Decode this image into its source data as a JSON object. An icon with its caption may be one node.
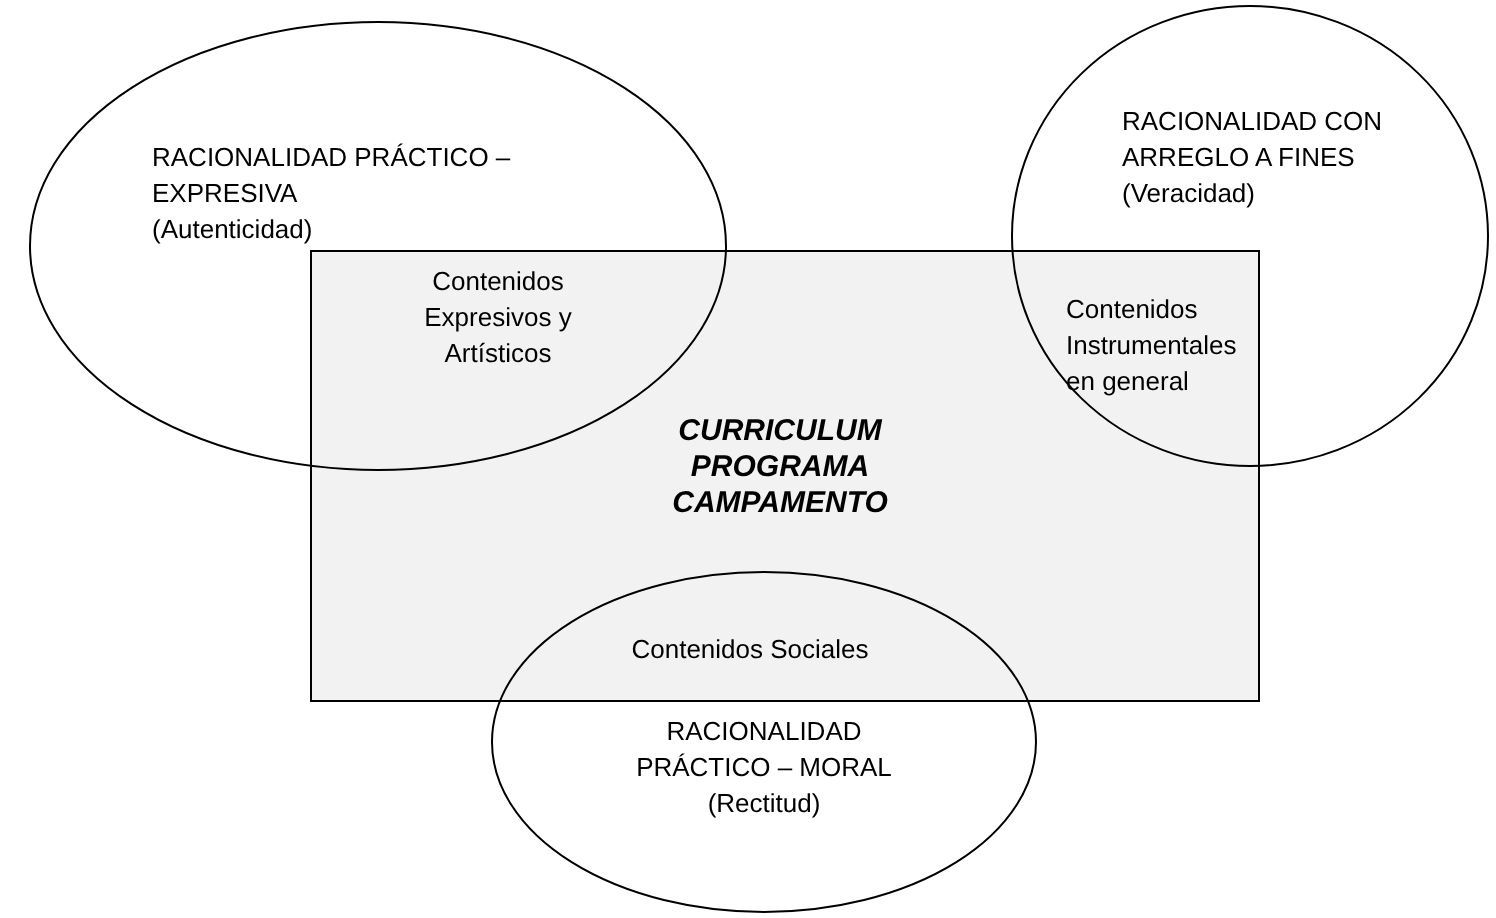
{
  "diagram": {
    "nodes": [
      {
        "text": [
          "RACIONALIDAD PRÁCTICO – EXPRESIVA",
          "(Autenticidad)"
        ]
      },
      {
        "text": [
          "RACIONALIDAD CON ARREGLO A FINES",
          "(Veracidad)"
        ]
      },
      {
        "text": [
          "CURRICULUM PROGRAMA CAMPAMENTO"
        ]
      },
      {
        "text": [
          "RACIONALIDAD PRÁCTICO – MORAL",
          "(Rectitud)"
        ]
      }
    ],
    "edges": [],
    "labels": [
      "Contenidos Expresivos y Artísticos",
      "Contenidos Instrumentales en general",
      "Contenidos Sociales"
    ]
  }
}
